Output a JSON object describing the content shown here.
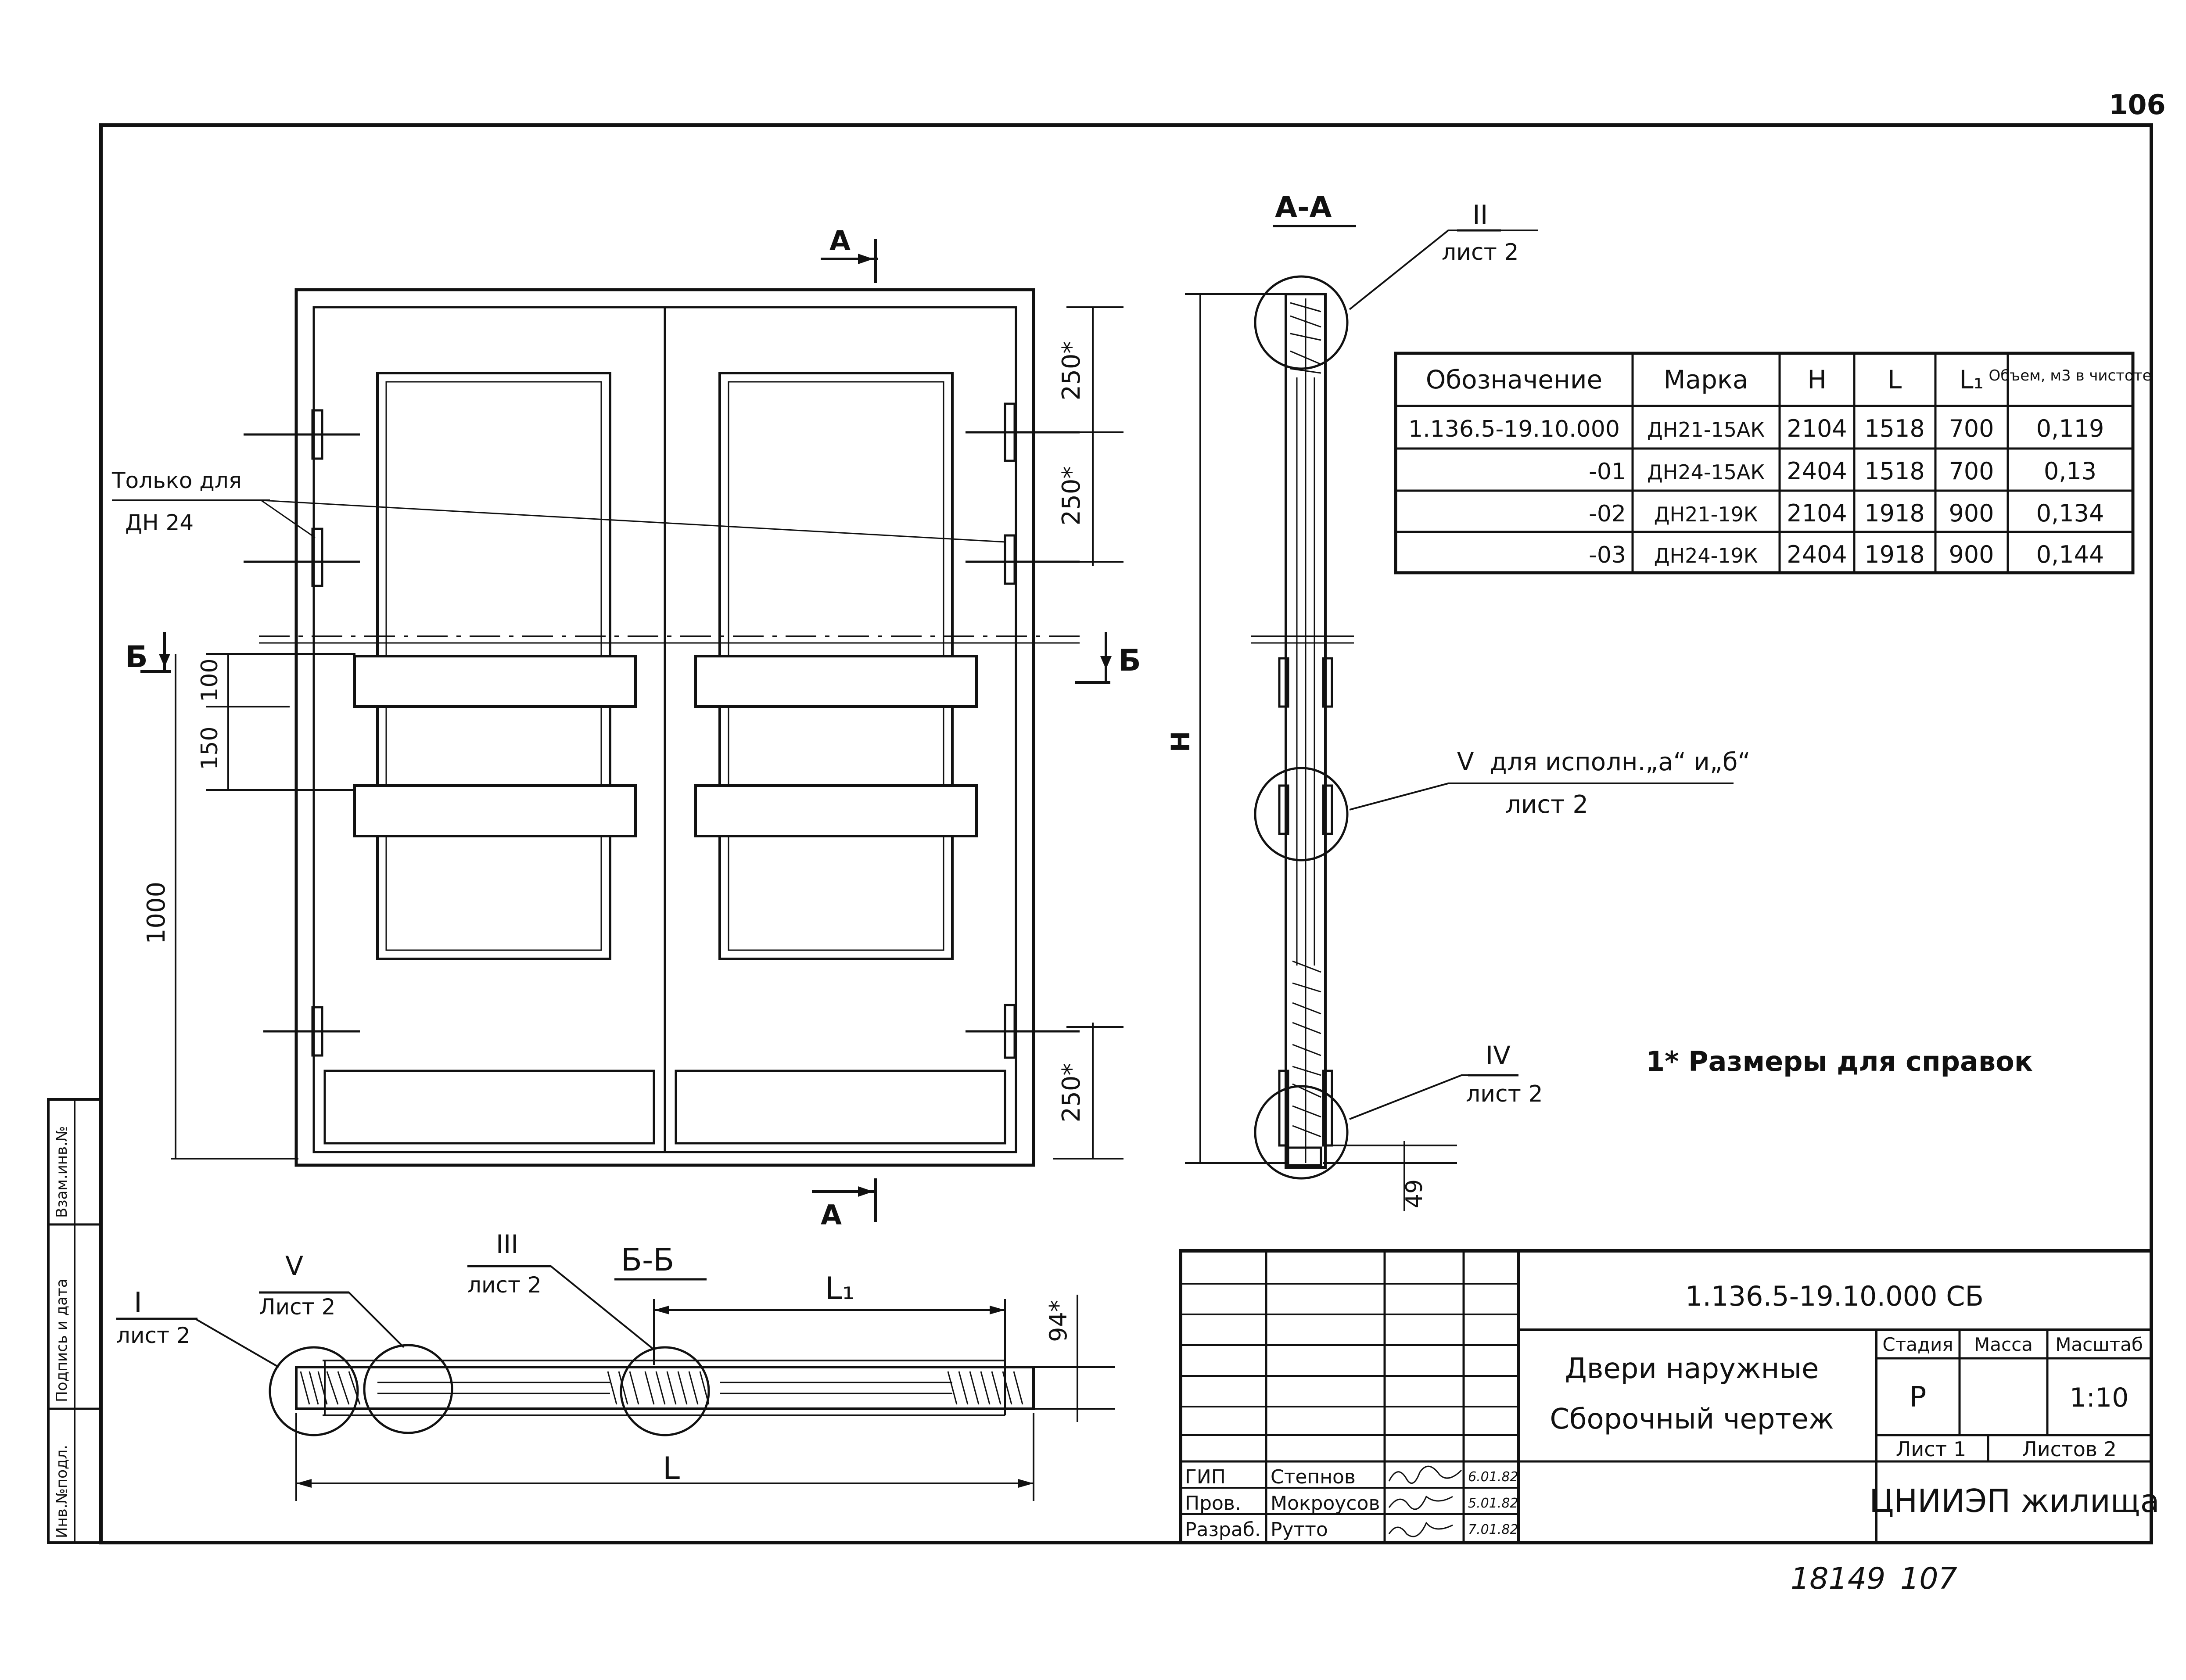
{
  "page_number": "106",
  "footer": {
    "inventory_number": "18149",
    "page_ref": "107"
  },
  "side_stamp": {
    "labels": [
      "Инв.№подл.",
      "Подпись и дата",
      "Взам.инв.№"
    ]
  },
  "front_view": {
    "section_a_label": "А",
    "section_b_label": "Б",
    "only_for_note": "Только для",
    "only_for_model": "ДН 24",
    "dim_top_250": "250*",
    "dim_mid_250": "250*",
    "dim_bot_250": "250*",
    "dim_100": "100",
    "dim_150": "150",
    "dim_1000": "1000"
  },
  "section_aa": {
    "title": "А-А",
    "callout_ii": {
      "numeral": "II",
      "sheet": "лист 2"
    },
    "callout_v": {
      "numeral": "V",
      "text": "для исполн.„а“ и„б“",
      "sheet": "лист 2"
    },
    "callout_iv": {
      "numeral": "IV",
      "sheet": "лист 2"
    },
    "dim_h": "H",
    "dim_49": "49"
  },
  "section_bb": {
    "title": "Б-Б",
    "callout_i": {
      "numeral": "I",
      "sheet": "лист 2"
    },
    "callout_v": {
      "numeral": "V",
      "sheet": "Лист 2"
    },
    "callout_iii": {
      "numeral": "III",
      "sheet": "лист 2"
    },
    "dim_l": "L",
    "dim_l1": "L₁",
    "dim_94": "94*"
  },
  "spec_table": {
    "headers": [
      "Обозначение",
      "Марка",
      "H",
      "L",
      "L₁",
      "Объем, м3 в чистоте"
    ],
    "rows": [
      [
        "1.136.5-19.10.000",
        "ДН21-15АК",
        "2104",
        "1518",
        "700",
        "0,119"
      ],
      [
        "-01",
        "ДН24-15АК",
        "2404",
        "1518",
        "700",
        "0,13"
      ],
      [
        "-02",
        "ДН21-19К",
        "2104",
        "1918",
        "900",
        "0,134"
      ],
      [
        "-03",
        "ДН24-19К",
        "2404",
        "1918",
        "900",
        "0,144"
      ]
    ]
  },
  "note": "1* Размеры для справок",
  "title_block": {
    "code": "1.136.5-19.10.000 СБ",
    "title_line1": "Двери наружные",
    "title_line2": "Сборочный чертеж",
    "stage_header": "Стадия",
    "mass_header": "Масса",
    "scale_header": "Масштаб",
    "stage": "Р",
    "mass": "",
    "scale": "1:10",
    "sheet": "Лист 1",
    "sheets": "Листов 2",
    "organization": "ЦНИИЭП жилища",
    "signatures": [
      {
        "role": "ГИП",
        "name": "Степнов",
        "date": "6.01.82"
      },
      {
        "role": "Пров.",
        "name": "Мокроусов",
        "date": "5.01.82"
      },
      {
        "role": "Разраб.",
        "name": "Рутто",
        "date": "7.01.82"
      }
    ]
  }
}
